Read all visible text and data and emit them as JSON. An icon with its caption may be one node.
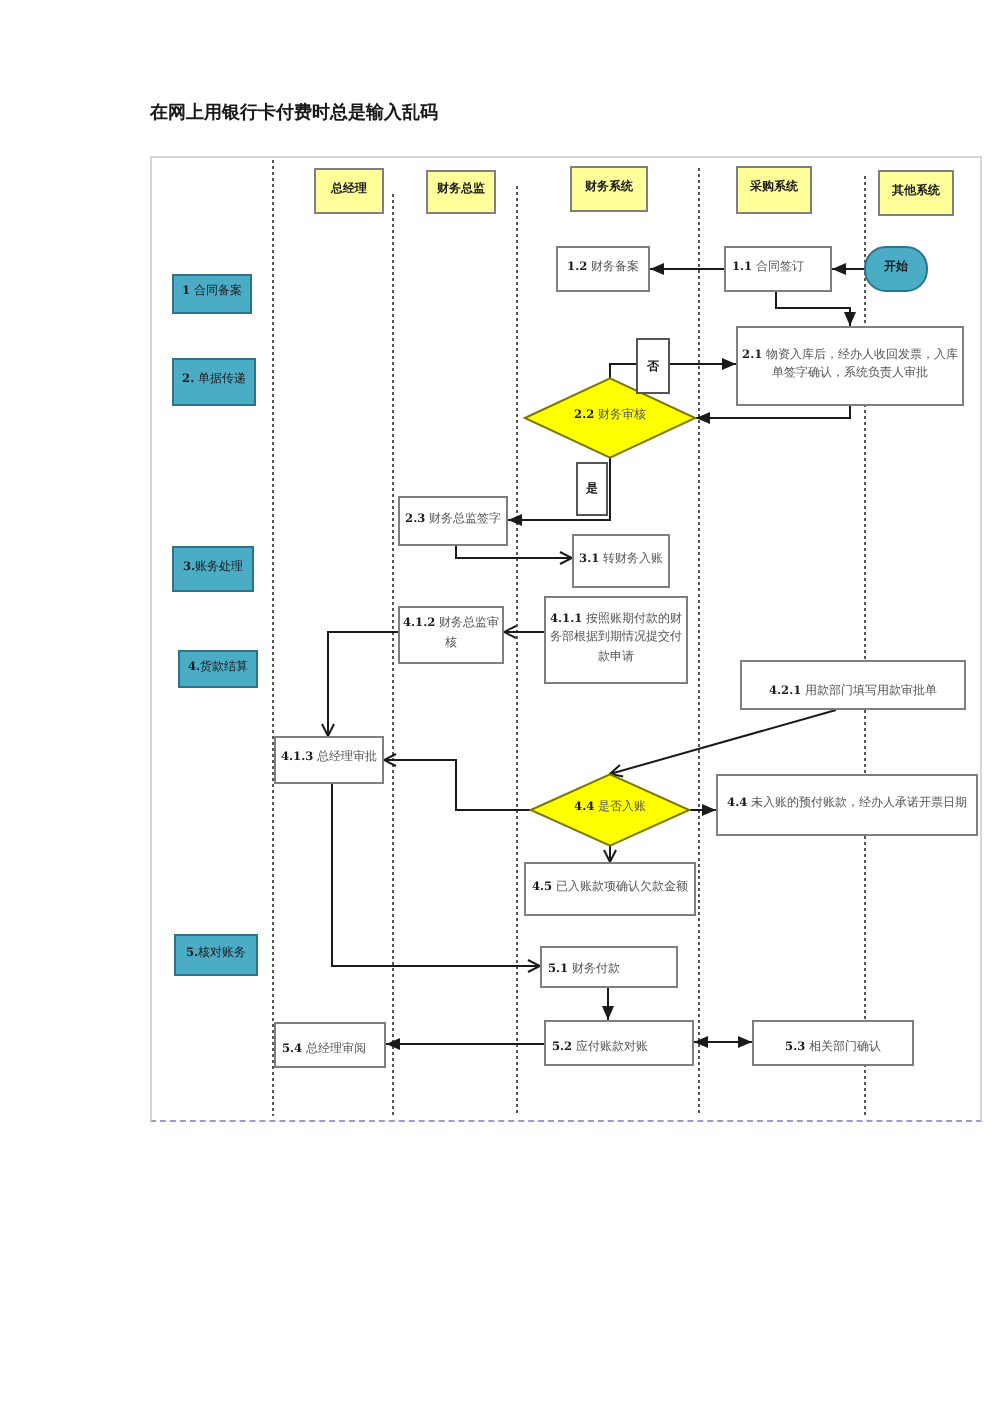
{
  "diagram": {
    "title": "在网上用银行卡付费时总是输入乱码",
    "nodes": [
      {
        "text": [
          "总经理"
        ]
      },
      {
        "text": [
          "财务总监"
        ]
      },
      {
        "text": [
          "财务系统"
        ]
      },
      {
        "text": [
          "采购系统"
        ]
      },
      {
        "text": [
          "其他系统"
        ]
      },
      {
        "text": [
          "**1** 合同备案"
        ]
      },
      {
        "text": [
          "**1.2** 财务备案"
        ]
      },
      {
        "text": [
          "**1.1** 合同签订"
        ]
      },
      {
        "text": [
          "开始"
        ]
      },
      {
        "text": [
          "**2.** 单据传递"
        ]
      },
      {
        "text": [
          "**2.1** 物资入库后，经办人收回发票，入库单签字确认，系统负责人审批"
        ]
      },
      {
        "text": [
          "**2.2** 财务审核"
        ]
      },
      {
        "text": [
          "**2.3** 财务总监签字"
        ]
      },
      {
        "text": [
          "**3.**账务处理"
        ]
      },
      {
        "text": [
          "**3.1** 转财务入账"
        ]
      },
      {
        "text": [
          "**4.1.1** 按照账期付款的财务部根据到期情况提交付款申请"
        ]
      },
      {
        "text": [
          "**4.1.2** 财务总监审核"
        ]
      },
      {
        "text": [
          "**4.**货款结算"
        ]
      },
      {
        "text": [
          "**4.2.1** 用款部门填写用款审批单"
        ]
      },
      {
        "text": [
          "**4.1.3** 总经理审批"
        ]
      },
      {
        "text": [
          "**4.4** 是否入账"
        ]
      },
      {
        "text": [
          "**4.4** 未入账的预付账款，经办人承诺开票日期"
        ]
      },
      {
        "text": [
          "**4.5** 已入账款项确认欠款金额"
        ]
      },
      {
        "text": [
          "**5.**核对账务"
        ]
      },
      {
        "text": [
          "**5.1** 财务付款"
        ]
      },
      {
        "text": [
          "**5.4** 总经理审阅"
        ]
      },
      {
        "text": [
          "**5.2** 应付账款对账"
        ]
      },
      {
        "text": [
          "**5.3** 相关部门确认"
        ]
      }
    ],
    "edges": [
      {
        "from": 8,
        "to": 7,
        "arrow": "to"
      },
      {
        "from": 7,
        "to": 6,
        "arrow": "to"
      },
      {
        "from": 7,
        "to": 10,
        "arrow": "to"
      },
      {
        "from": 10,
        "to": 11,
        "arrow": "to"
      },
      {
        "from": 11,
        "to": 10,
        "arrow": "to",
        "label": "否"
      },
      {
        "from": 11,
        "to": 12,
        "arrow": "to",
        "label": "是"
      },
      {
        "from": 12,
        "to": 14,
        "arrow": "to"
      },
      {
        "from": 15,
        "to": 16,
        "arrow": "to"
      },
      {
        "from": 16,
        "to": 19,
        "arrow": "to"
      },
      {
        "from": 18,
        "to": 20,
        "arrow": "to"
      },
      {
        "from": 20,
        "to": 19,
        "arrow": "to"
      },
      {
        "from": 20,
        "to": 21,
        "arrow": "to"
      },
      {
        "from": 20,
        "to": 22,
        "arrow": "to"
      },
      {
        "from": 19,
        "to": 24,
        "arrow": "to"
      },
      {
        "from": 24,
        "to": 26,
        "arrow": "to"
      },
      {
        "from": 26,
        "to": 27,
        "arrow": "both"
      },
      {
        "from": 26,
        "to": 25,
        "arrow": "to"
      }
    ]
  }
}
